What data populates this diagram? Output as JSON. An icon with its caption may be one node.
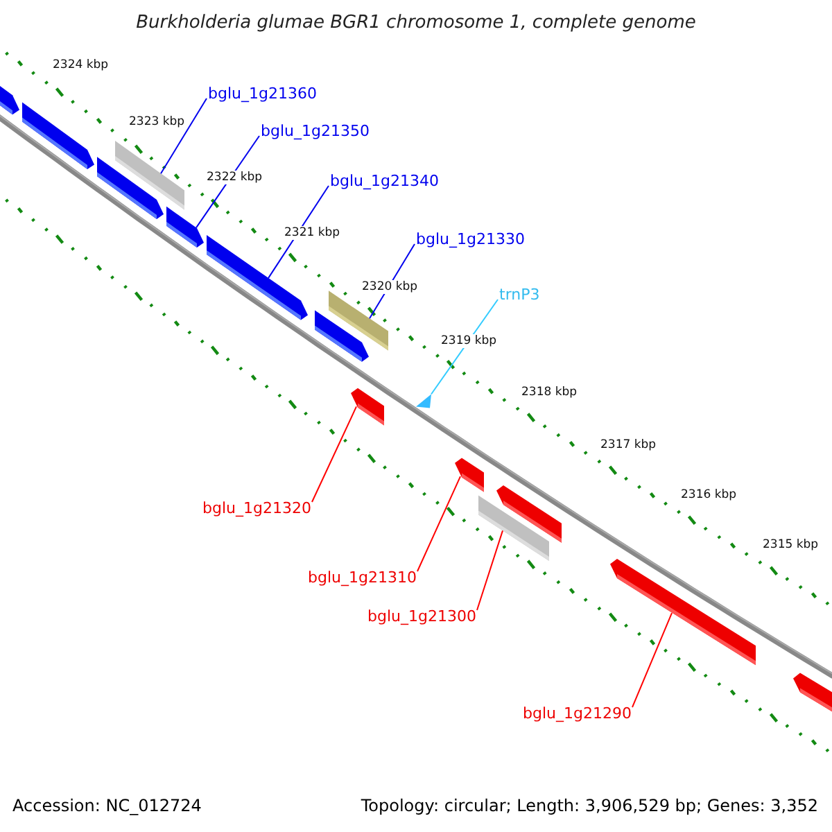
{
  "diagram": {
    "title": "Burkholderia glumae BGR1 chromosome 1, complete genome",
    "nodes": [
      {
        "text": [],
        "shape": "bar"
      },
      {
        "text": [],
        "shape": "bar"
      },
      {
        "text": [],
        "shape": "bar"
      },
      {
        "text": [],
        "shape": "bar"
      },
      {
        "text": [],
        "shape": "bar"
      },
      {
        "text": [],
        "shape": "bar"
      },
      {
        "text": [],
        "shape": "bar"
      },
      {
        "text": [],
        "shape": "bar"
      },
      {
        "text": [],
        "shape": "triangle"
      },
      {
        "text": [],
        "shape": "bar"
      },
      {
        "text": [],
        "shape": "bar"
      },
      {
        "text": [],
        "shape": "bar"
      },
      {
        "text": [],
        "shape": "bar"
      },
      {
        "text": [],
        "shape": "bar"
      },
      {
        "text": [],
        "shape": "bar"
      },
      {
        "text": [
          "bglu_1g21360"
        ]
      },
      {
        "text": [
          "bglu_1g21350"
        ]
      },
      {
        "text": [
          "bglu_1g21340"
        ]
      },
      {
        "text": [
          "bglu_1g21330"
        ]
      },
      {
        "text": [
          "trnP3"
        ]
      },
      {
        "text": [
          "bglu_1g21320"
        ]
      },
      {
        "text": [
          "bglu_1g21310"
        ]
      },
      {
        "text": [
          "bglu_1g21300"
        ]
      },
      {
        "text": [
          "bglu_1g21290"
        ]
      }
    ],
    "edges": [
      {
        "from": 15,
        "to": 2,
        "arrow": "none"
      },
      {
        "from": 16,
        "to": 4,
        "arrow": "none"
      },
      {
        "from": 17,
        "to": 5,
        "arrow": "none"
      },
      {
        "from": 18,
        "to": 6,
        "arrow": "none"
      },
      {
        "from": 19,
        "to": 8,
        "arrow": "none",
        "color": "#33ccff"
      },
      {
        "from": 20,
        "to": 9,
        "arrow": "none",
        "color": "#ff0000"
      },
      {
        "from": 21,
        "to": 10,
        "arrow": "none",
        "color": "#ff0000"
      },
      {
        "from": 22,
        "to": 11,
        "arrow": "none",
        "color": "#ff0000"
      },
      {
        "from": 23,
        "to": 13,
        "arrow": "none",
        "color": "#ff0000"
      }
    ],
    "labels": [
      "2324 kbp",
      "2323 kbp",
      "2322 kbp",
      "2321 kbp",
      "2320 kbp",
      "2319 kbp",
      "2318 kbp",
      "2317 kbp",
      "2316 kbp",
      "2315 kbp",
      "Accession: NC_012724",
      "Topology: circular; Length: 3,906,529 bp; Genes: 3,352"
    ]
  }
}
